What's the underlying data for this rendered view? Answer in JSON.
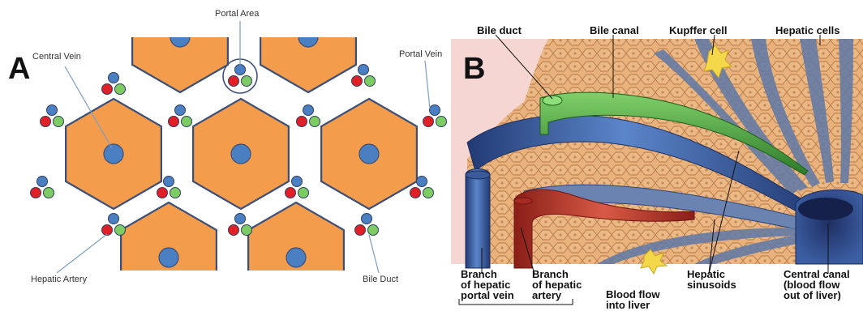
{
  "panel_a": {
    "letter": "A",
    "labels": {
      "portal_area": "Portal Area",
      "central_vein": "Central Vein",
      "portal_vein": "Portal Vein",
      "hepatic_artery": "Hepatic Artery",
      "bile_duct": "Bile Duct"
    },
    "colors": {
      "lobule_fill": "#f29c4c",
      "lobule_stroke": "#3c4f7a",
      "vein": "#4a7fc1",
      "artery": "#e01f26",
      "bile": "#7ccc63"
    }
  },
  "panel_b": {
    "letter": "B",
    "labels": {
      "bile_duct": "Bile duct",
      "bile_canal": "Bile canal",
      "kupffer_cell": "Kupffer cell",
      "hepatic_cells": "Hepatic cells",
      "branch_portal_vein": [
        "Branch",
        "of hepatic",
        "portal vein"
      ],
      "branch_hepatic_artery": [
        "Branch",
        "of hepatic",
        "artery"
      ],
      "blood_flow_into_liver": [
        "Blood flow",
        "into liver"
      ],
      "hepatic_sinusoids": [
        "Hepatic",
        "sinusoids"
      ],
      "central_canal": [
        "Central canal",
        "(blood flow",
        "out of liver)"
      ]
    },
    "colors": {
      "tissue": "#e9b27d",
      "vessel_blue": "#4a6fae",
      "vessel_dark": "#27407a",
      "artery_red": "#c43a2c",
      "bile_green": "#3f9b3a",
      "kupffer_yellow": "#f5d84a",
      "background_pink": "#f6d6d2"
    }
  }
}
